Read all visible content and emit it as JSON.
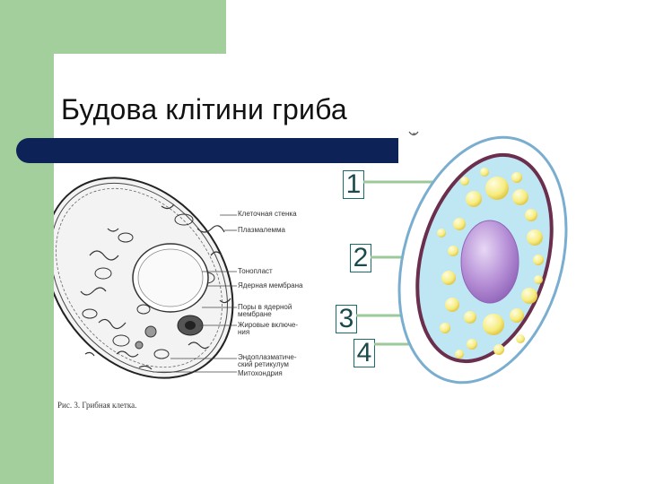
{
  "slide": {
    "title": "Будова клітини гриба"
  },
  "sketch": {
    "labels": [
      "Клеточная стенка",
      "Плазмалемма",
      "Тонопласт",
      "Ядерная мембрана",
      "Поры в ядерной",
      "мембране",
      "Жировые включе-",
      "ния",
      "Эндоплазматиче-",
      "ский ретикулум",
      "Митохондрия"
    ],
    "caption": "Рис. 3. Грибная клетка."
  },
  "callouts": {
    "numbers": [
      "1",
      "2",
      "3",
      "4"
    ]
  },
  "colors": {
    "green": "#a3cf9c",
    "navy_bar": "#0d2357",
    "cell_blue": "#bfe6f3",
    "nucleus": "#b68fd6",
    "vacuole": "#f6ec7e",
    "leader_green": "#9cc99a"
  }
}
